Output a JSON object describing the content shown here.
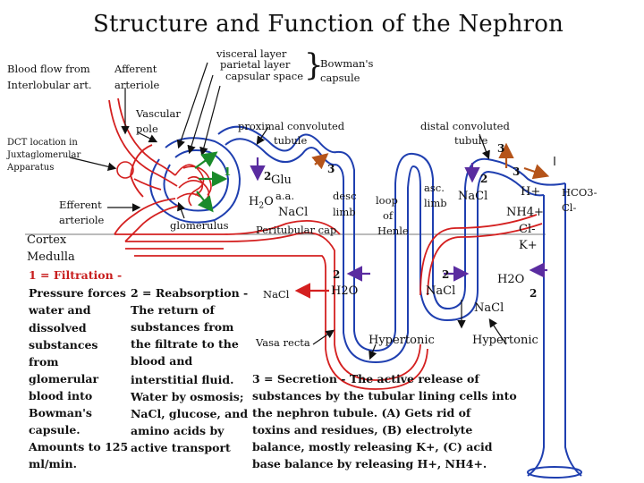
{
  "title": "Structure and Function of the Nephron",
  "labels": {
    "blood_flow_1": "Blood flow from",
    "blood_flow_2": "Interlobular art.",
    "afferent_1": "Afferent",
    "afferent_2": "arteriole",
    "visceral": "visceral layer",
    "parietal": "parietal layer",
    "capsular": "capsular space",
    "bowmans_1": "Bowman's",
    "bowmans_2": "capsule",
    "vascular_1": "Vascular",
    "vascular_2": "pole",
    "pct_1": "proximal convoluted",
    "pct_2": "tubule",
    "dct_1": "distal convoluted",
    "dct_2": "tubule",
    "dct_loc_1": "DCT location in",
    "dct_loc_2": "Juxtaglomerular",
    "dct_loc_3": "Apparatus",
    "efferent_1": "Efferent",
    "efferent_2": "arteriole",
    "glomerulus": "glomerulus",
    "glu": "Glu",
    "h2o_a": "H",
    "h2o_b": "2",
    "h2o_c": "O",
    "aa": "a.a.",
    "nacl_1": "NaCl",
    "desc_1": "desc",
    "desc_2": "limb",
    "loop_1": "loop",
    "loop_2": "of",
    "loop_3": "Henle",
    "asc_1": "asc.",
    "asc_2": "limb",
    "nacl_2": "NaCl",
    "hplus": "H+",
    "nh4": "NH4+",
    "cl": "Cl-",
    "kplus": "K+",
    "hco3": "HCO3-",
    "cl2": "Cl-",
    "peritubular": "Peritubular cap",
    "cortex": "Cortex",
    "medulla": "Medulla",
    "nacl_3": "NaCl",
    "h2o_2": "H2O",
    "nacl_4": "NaCl",
    "h2o_3": "H2O",
    "nacl_5": "NaCl",
    "vasa": "Vasa recta",
    "hyper_1": "Hypertonic",
    "hyper_2": "Hypertonic",
    "n1": "1",
    "n2a": "2",
    "n2b": "2",
    "n2c": "2",
    "n2d": "2",
    "n2e": "2",
    "n3a": "3",
    "n3b": "3",
    "n3c": "3"
  },
  "filtration": [
    "1 = Filtration -",
    "Pressure forces",
    "water and",
    "dissolved",
    "substances",
    "from",
    "glomerular",
    "blood into",
    "Bowman's",
    "capsule.",
    "Amounts to 125",
    "ml/min."
  ],
  "reabsorption": [
    "2 = Reabsorption -",
    "The return of",
    "substances from",
    "the filtrate to the",
    "blood and",
    "interstitial fluid.",
    "Water by osmosis;",
    "NaCl, glucose, and",
    "amino acids by",
    "active transport"
  ],
  "secretion": [
    "3 = Secretion - The active release of",
    "substances by the tubular lining cells into",
    "the nephron tubule. (A) Gets rid of",
    "toxins and residues, (B) electrolyte",
    "balance, mostly releasing K+, (C) acid",
    "base balance by releasing H+, NH4+."
  ],
  "colors": {
    "tubule": "#1f3fb0",
    "blood": "#d42020",
    "reabsorption_arrow": "#5a2ca0",
    "secretion_arrow": "#b5541a",
    "filtration_arrow": "#1a8a2a",
    "text": "#111111"
  }
}
